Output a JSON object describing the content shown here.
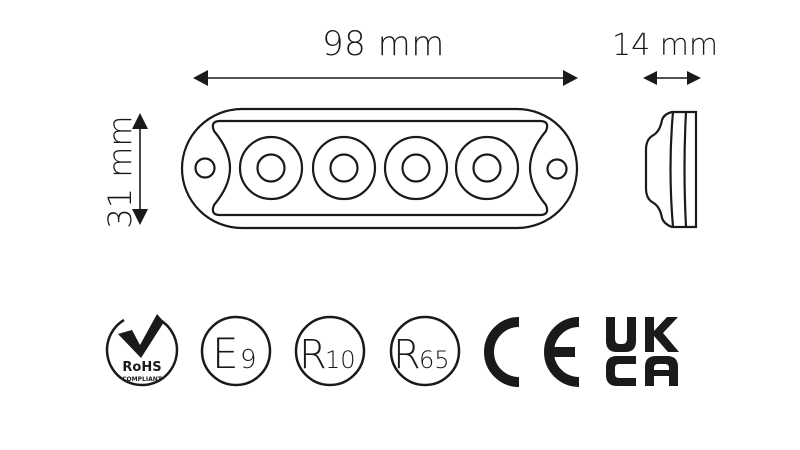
{
  "dimensions": {
    "width": {
      "value": 98,
      "unit": "mm",
      "label": "98 mm"
    },
    "height": {
      "value": 31,
      "unit": "mm",
      "label": "31 mm"
    },
    "depth": {
      "value": 14,
      "unit": "mm",
      "label": "14 mm"
    }
  },
  "product": {
    "led_count": 4,
    "mounting_holes": 2
  },
  "certifications": [
    {
      "id": "rohs",
      "main": "RoHS",
      "sub": "COMPLIANT"
    },
    {
      "id": "e9",
      "main": "E",
      "sub": "9"
    },
    {
      "id": "r10",
      "main": "R",
      "sub": "10"
    },
    {
      "id": "r65",
      "main": "R",
      "sub": "65"
    },
    {
      "id": "ce",
      "main": "CE"
    },
    {
      "id": "ukca",
      "line1": "UK",
      "line2": "CA"
    }
  ],
  "colors": {
    "stroke": "#1a1a1a",
    "background": "#ffffff"
  }
}
